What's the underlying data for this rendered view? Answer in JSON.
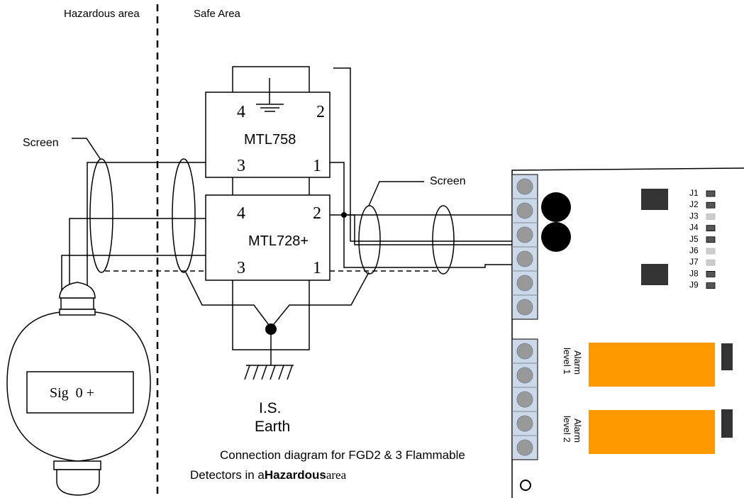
{
  "zones": {
    "hazardous_label": "Hazardous area",
    "safe_label": "Safe Area"
  },
  "screens": {
    "left_label": "Screen",
    "right_label": "Screen"
  },
  "barrier_top": {
    "model": "MTL758",
    "t4": "4",
    "t2": "2",
    "t3": "3",
    "t1": "1"
  },
  "barrier_bottom": {
    "model": "MTL728+",
    "t4": "4",
    "t2": "2",
    "t3": "3",
    "t1": "1"
  },
  "detector": {
    "terminal_label": "Sig  0 +"
  },
  "earth": {
    "line1": "I.S.",
    "line2": "Earth"
  },
  "caption": {
    "line1": "Connection diagram for FGD2 & 3  Flammable",
    "line2_prefix": "Detectors in a",
    "line2_bold": "Hazardous",
    "line2_suffix": "area"
  },
  "board": {
    "jumpers": [
      "J1",
      "J2",
      "J3",
      "J4",
      "J5",
      "J6",
      "J7",
      "J8",
      "J9"
    ],
    "relay1_label": [
      "Alarm",
      "level 1"
    ],
    "relay2_label": [
      "Alarm",
      "level 2"
    ],
    "colors": {
      "relay": "#ff9900",
      "terminal_block": "#ccd9e8",
      "terminal_screw": "#999999",
      "relay_tab": "#333333"
    }
  }
}
